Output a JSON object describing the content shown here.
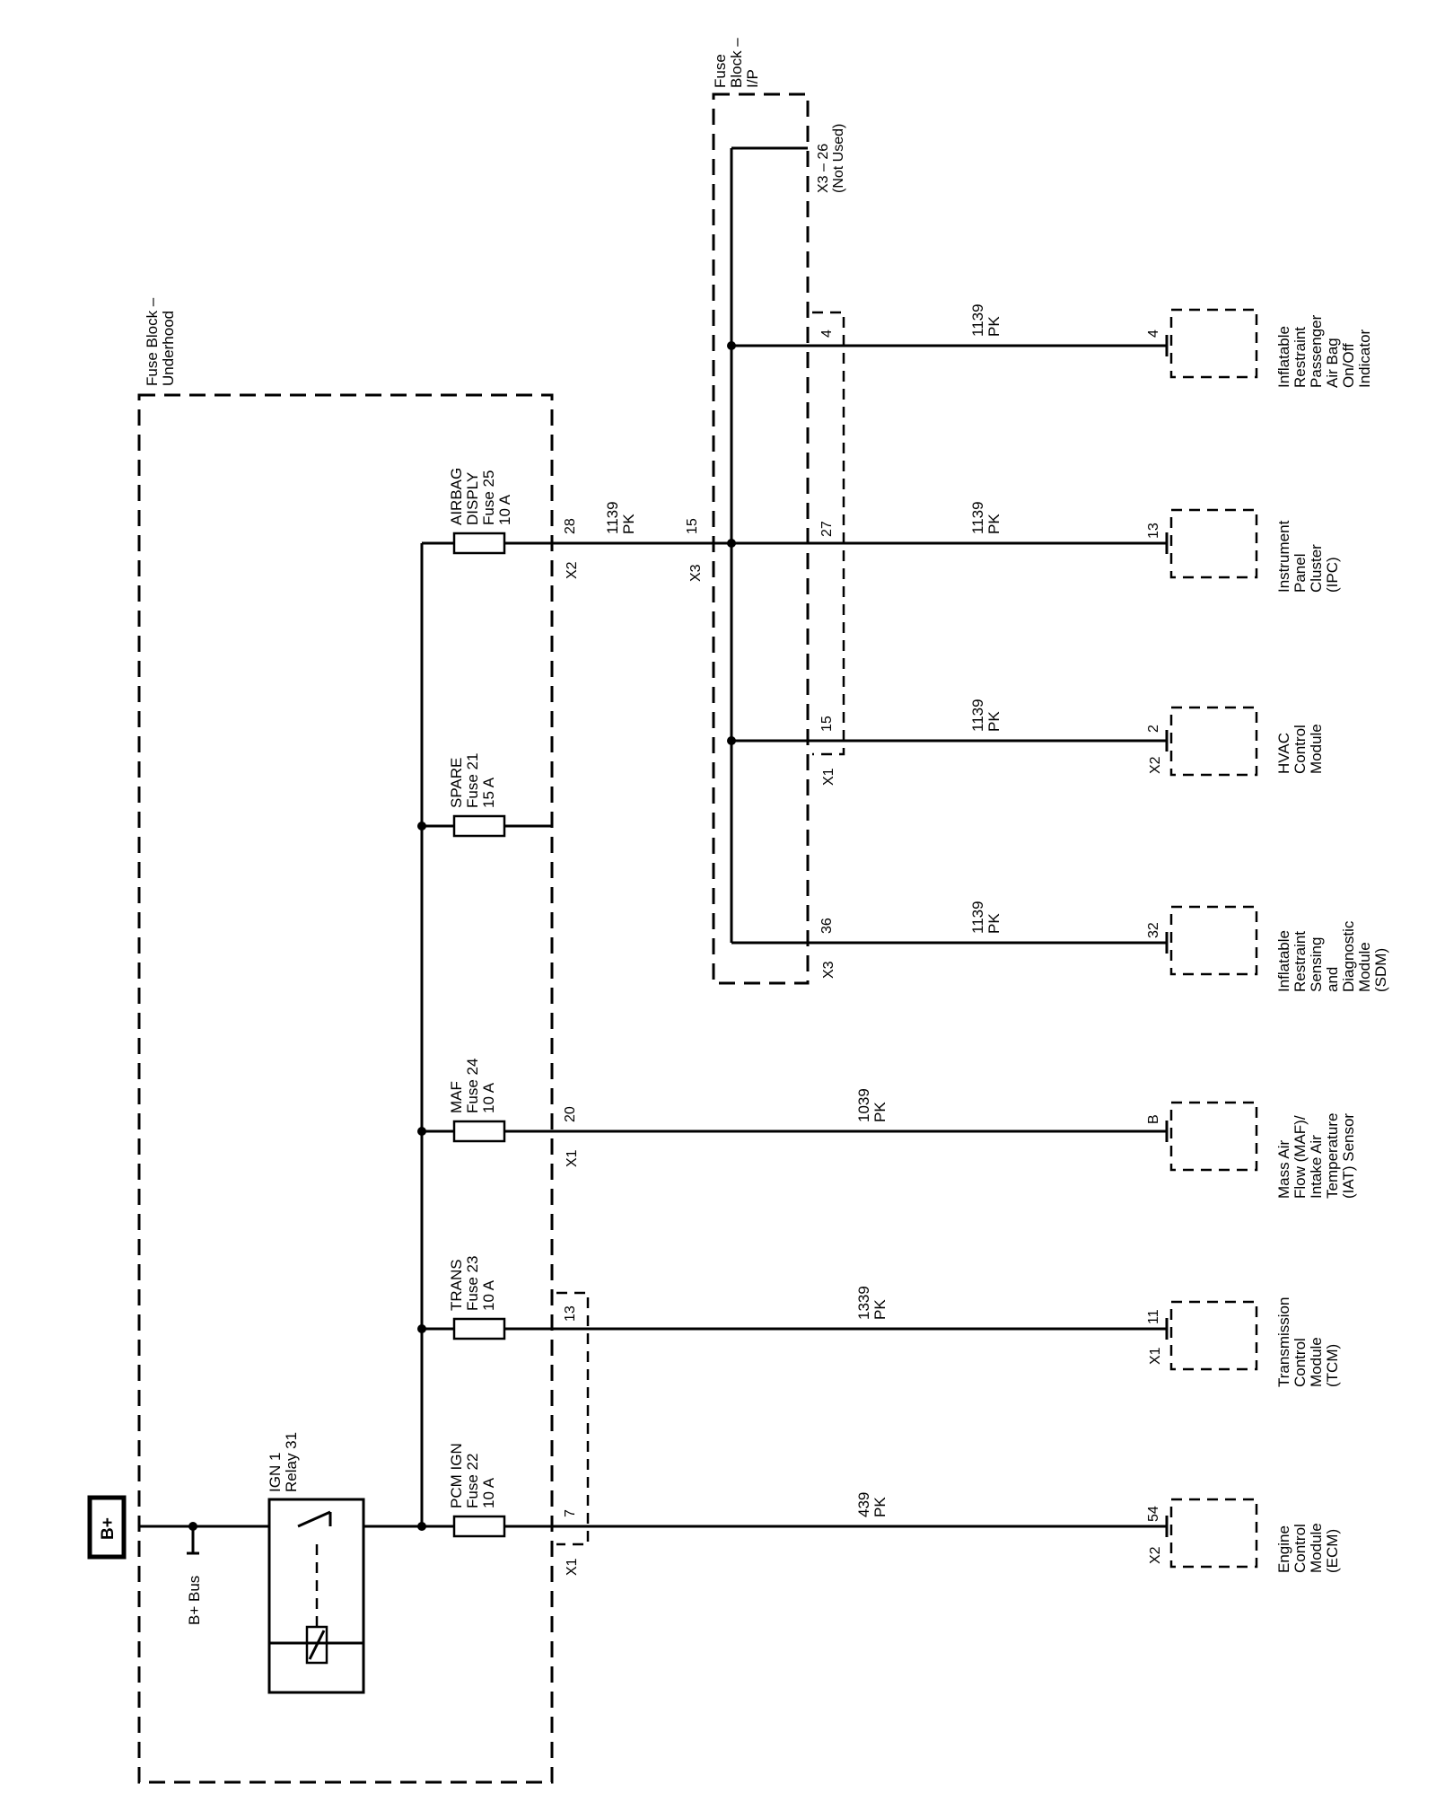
{
  "source": {
    "label": "B+",
    "bus_label": "B+ Bus"
  },
  "fuse_block_underhood": {
    "title_line1": "Fuse Block –",
    "title_line2": "Underhood",
    "relay_line1": "IGN 1",
    "relay_line2": "Relay 31",
    "fuses": [
      {
        "name": "PCM IGN",
        "fuse": "Fuse 22",
        "rating": "10 A",
        "pin": "7",
        "connector": "X1"
      },
      {
        "name": "TRANS",
        "fuse": "Fuse 23",
        "rating": "10 A",
        "pin": "13",
        "connector": ""
      },
      {
        "name": "MAF",
        "fuse": "Fuse 24",
        "rating": "10 A",
        "pin": "20",
        "connector": "X1"
      },
      {
        "name": "SPARE",
        "fuse": "Fuse 21",
        "rating": "15 A",
        "pin": "",
        "connector": ""
      },
      {
        "name_line1": "AIRBAG",
        "name_line2": "DISPLY",
        "fuse": "Fuse 25",
        "rating": "10 A",
        "pin": "28",
        "connector": "X2"
      }
    ]
  },
  "fuse_block_ip": {
    "title_line1": "Fuse",
    "title_line2": "Block –",
    "title_line3": "I/P",
    "input_connector": "X3",
    "input_pin": "15",
    "unused_line1": "X3 – 26",
    "unused_line2": "(Not Used)",
    "outputs": [
      {
        "pin": "4",
        "connector": ""
      },
      {
        "pin": "27",
        "connector": ""
      },
      {
        "pin": "15",
        "connector": "X1"
      },
      {
        "pin": "36",
        "connector": "X3"
      }
    ]
  },
  "wires": {
    "feed": {
      "circuit": "1139",
      "color": "PK"
    },
    "ecm": {
      "circuit": "439",
      "color": "PK"
    },
    "tcm": {
      "circuit": "1339",
      "color": "PK"
    },
    "maf": {
      "circuit": "1039",
      "color": "PK"
    },
    "sdm": {
      "circuit": "1139",
      "color": "PK"
    },
    "hvac": {
      "circuit": "1139",
      "color": "PK"
    },
    "ipc": {
      "circuit": "1139",
      "color": "PK"
    },
    "pab": {
      "circuit": "1139",
      "color": "PK"
    }
  },
  "modules": {
    "ecm": {
      "pin": "54",
      "connector": "X2",
      "lines": [
        "Engine",
        "Control",
        "Module",
        "(ECM)"
      ]
    },
    "tcm": {
      "pin": "11",
      "connector": "X1",
      "lines": [
        "Transmission",
        "Control",
        "Module",
        "(TCM)"
      ]
    },
    "maf": {
      "pin": "B",
      "connector": "",
      "lines": [
        "Mass Air",
        "Flow (MAF)/",
        "Intake Air",
        "Temperature",
        "(IAT) Sensor"
      ]
    },
    "sdm": {
      "pin": "32",
      "connector": "",
      "lines": [
        "Inflatable",
        "Restraint",
        "Sensing",
        "and",
        "Diagnostic",
        "Module",
        "(SDM)"
      ]
    },
    "hvac": {
      "pin": "2",
      "connector": "X2",
      "lines": [
        "HVAC",
        "Control",
        "Module"
      ]
    },
    "ipc": {
      "pin": "13",
      "connector": "",
      "lines": [
        "Instrument",
        "Panel",
        "Cluster",
        "(IPC)"
      ]
    },
    "pab": {
      "pin": "4",
      "connector": "",
      "lines": [
        "Inflatable",
        "Restraint",
        "Passenger",
        "Air Bag",
        "On/Off",
        "Indicator"
      ]
    }
  }
}
